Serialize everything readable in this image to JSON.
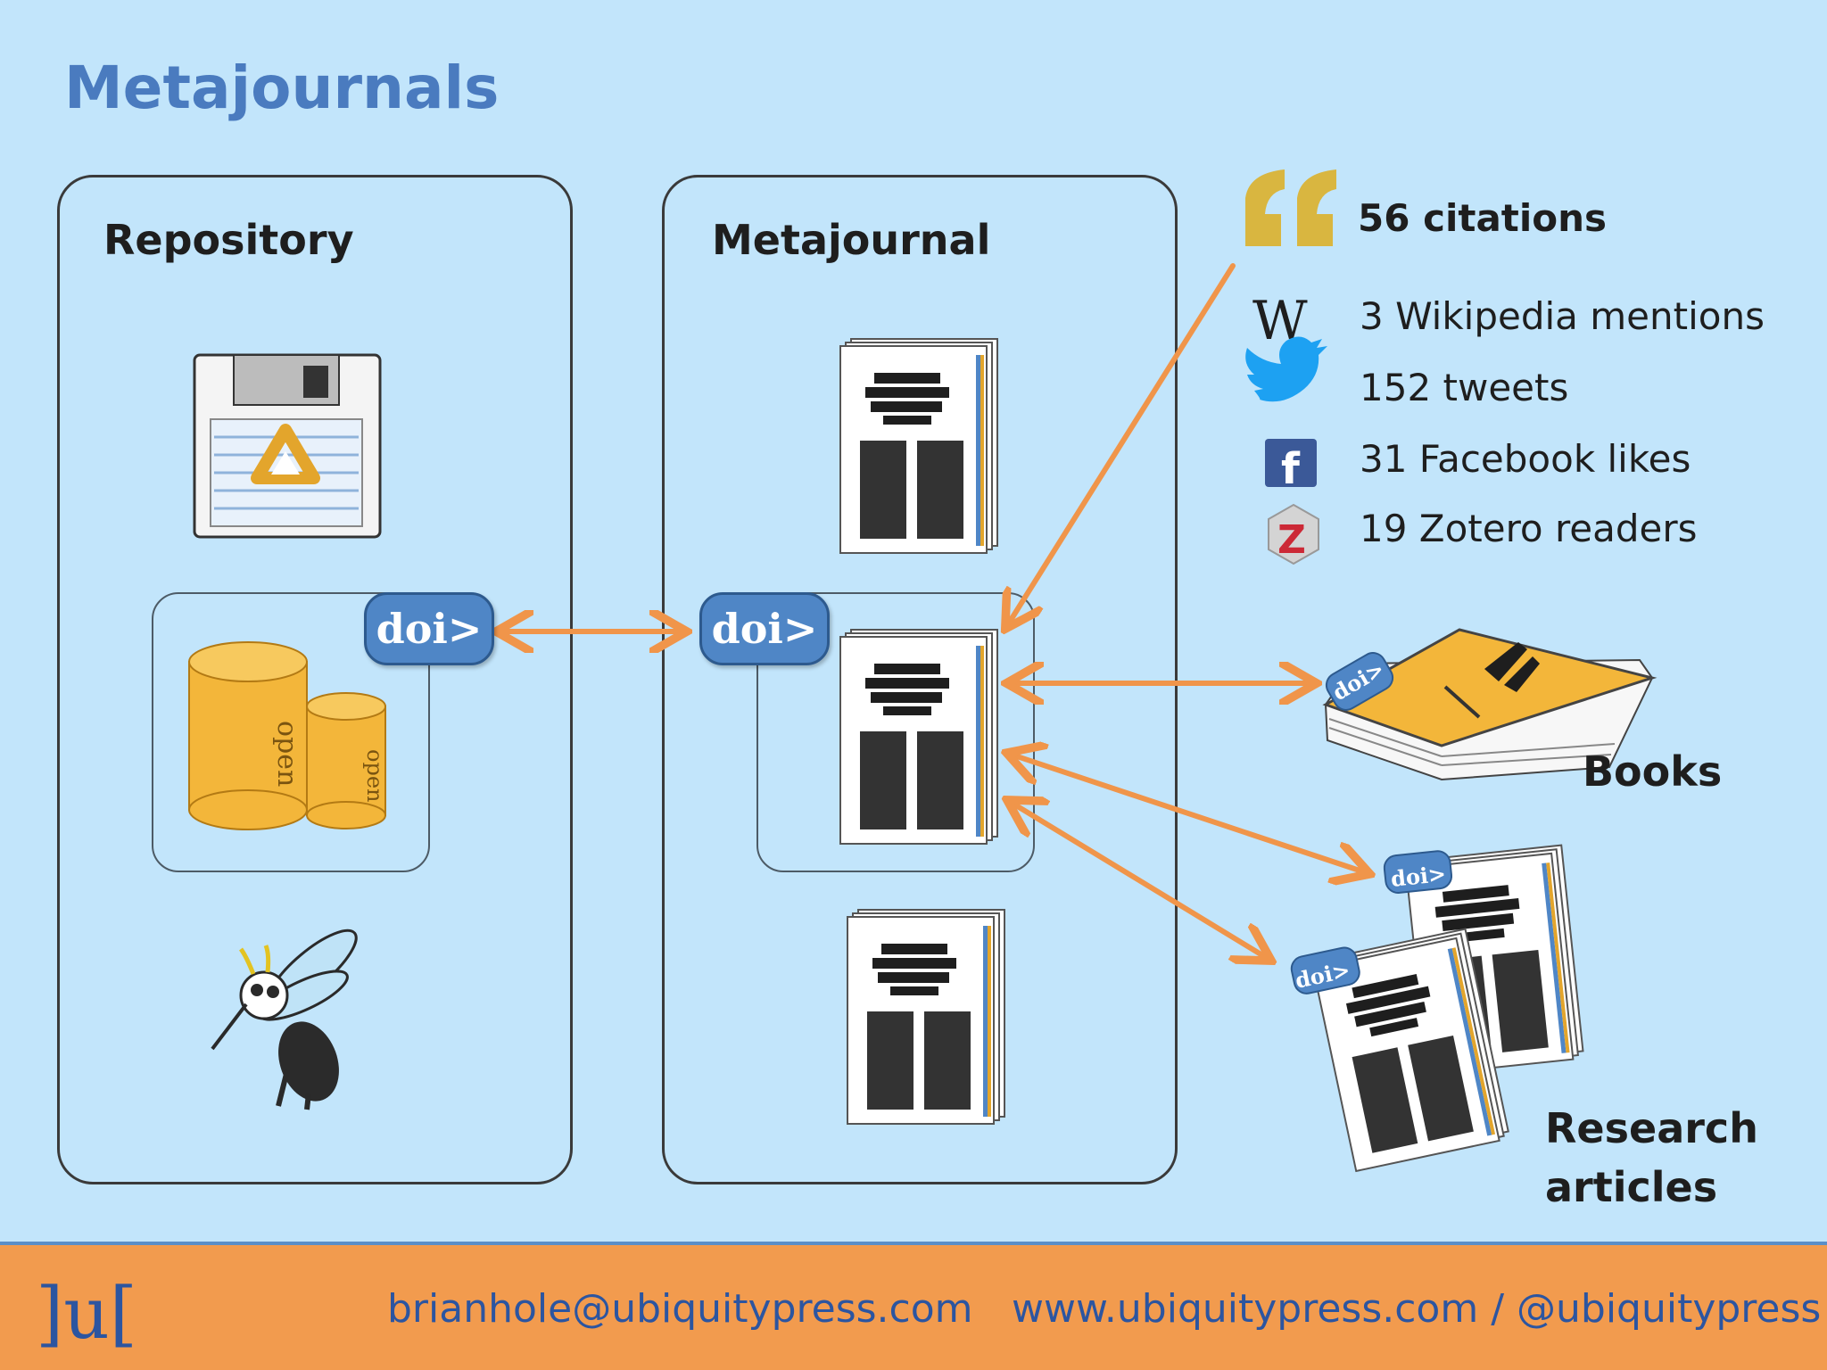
{
  "title": "Metajournals",
  "panels": {
    "repository": "Repository",
    "metajournal": "Metajournal"
  },
  "doi_badge": "doi>",
  "doi_small": "doi>",
  "can_text": "open",
  "metrics": [
    {
      "icon": "quote-icon",
      "text": "56 citations"
    },
    {
      "icon": "wikipedia-icon",
      "text": "3 Wikipedia mentions"
    },
    {
      "icon": "twitter-icon",
      "text": "152 tweets"
    },
    {
      "icon": "facebook-icon",
      "text": "31 Facebook likes"
    },
    {
      "icon": "zotero-icon",
      "text": "19 Zotero readers"
    }
  ],
  "outputs": {
    "books": "Books",
    "research_line1": "Research",
    "research_line2": "articles"
  },
  "footer": {
    "logo": "]u[",
    "email": "brianhole@ubiquitypress.com",
    "web": "www.ubiquitypress.com / @ubiquitypress"
  },
  "colors": {
    "background": "#c2e5fb",
    "title": "#4a7bbf",
    "arrow": "#f0954a",
    "doi": "#4f86c6",
    "footer": "#f29b4e"
  }
}
